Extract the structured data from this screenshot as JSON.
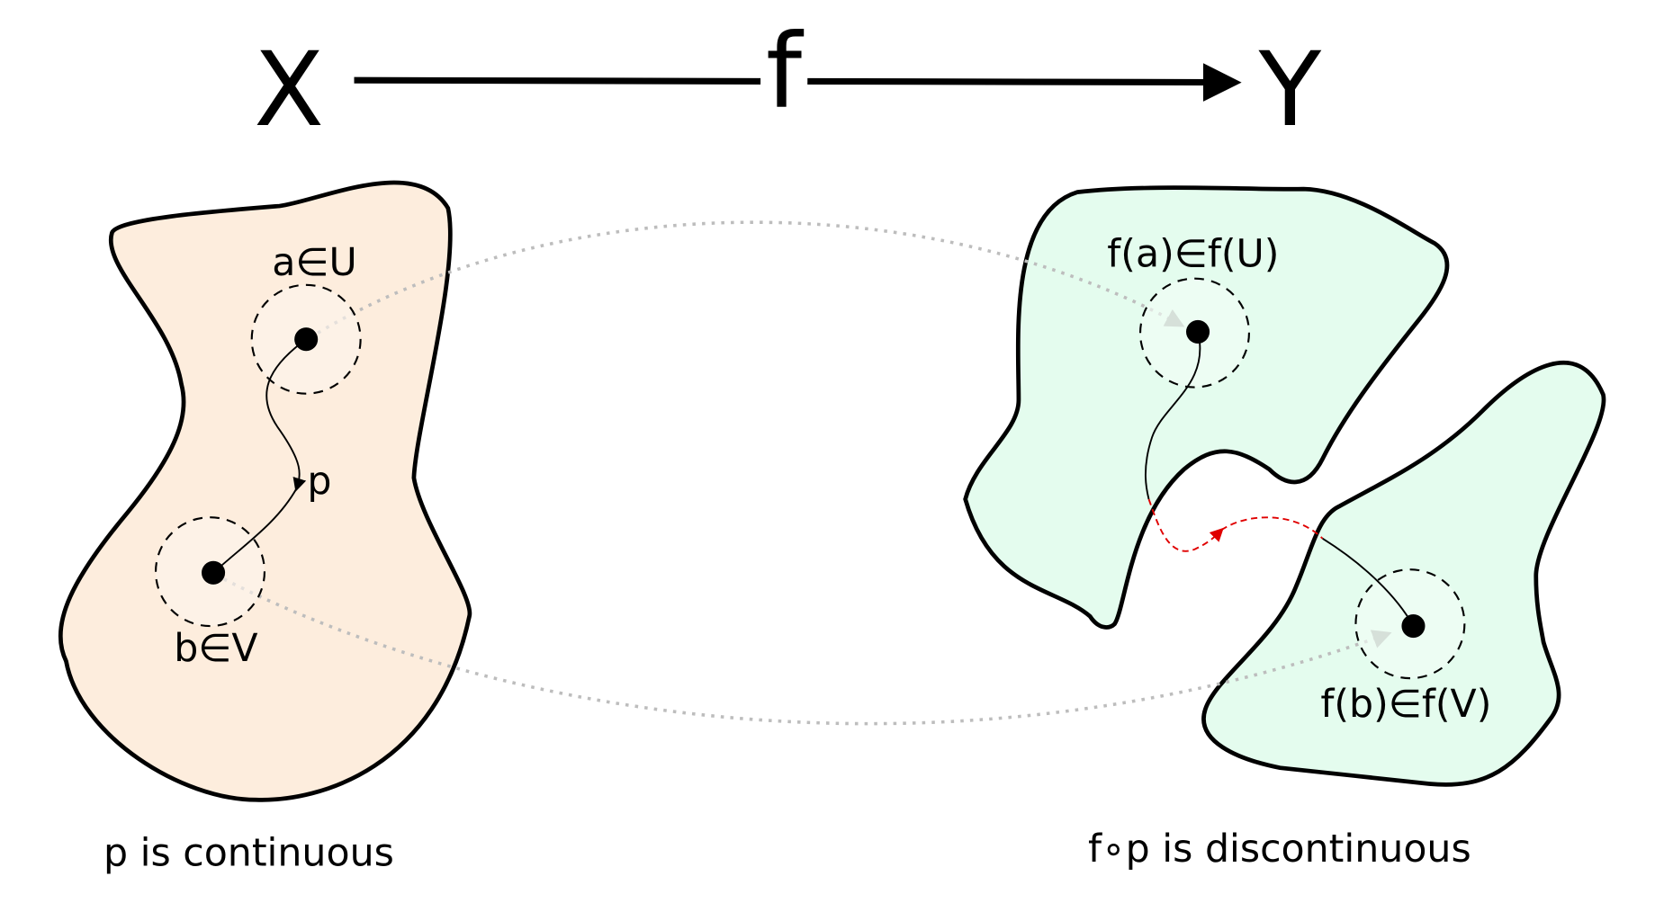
{
  "title": {
    "domain": "X",
    "codomain": "Y",
    "map": "f"
  },
  "left_set": {
    "point_a_label": "a∈U",
    "point_b_label": "b∈V",
    "path_label": "p",
    "caption": "p is continuous",
    "fill": "#fdeddd"
  },
  "right_set": {
    "point_fa_label": "f(a)∈f(U)",
    "point_fb_label": "f(b)∈f(V)",
    "caption": "f∘p is discontinuous",
    "fill": "#e4fcee"
  },
  "colors": {
    "mapping_arrow": "#bdbdbd",
    "discontinuity": "#e00000",
    "stroke": "#000000"
  }
}
